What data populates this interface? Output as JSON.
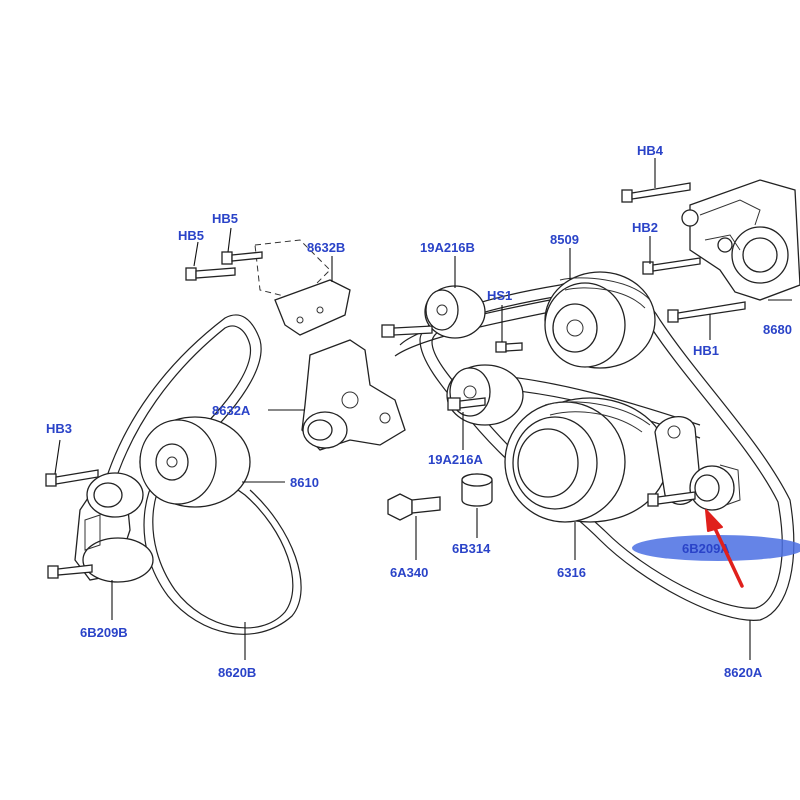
{
  "labels": {
    "hb4": "HB4",
    "hb2": "HB2",
    "hb1": "HB1",
    "p8680": "8680",
    "p8509": "8509",
    "p19a216b": "19A216B",
    "hs1": "HS1",
    "hb5a": "HB5",
    "hb5b": "HB5",
    "p8632b": "8632B",
    "p8632a": "8632A",
    "p19a216a": "19A216A",
    "hb3": "HB3",
    "p8610": "8610",
    "p6a340": "6A340",
    "p6b314": "6B314",
    "p6316": "6316",
    "p6b209a": "6B209A",
    "p6b209b": "6B209B",
    "p8620b": "8620B",
    "p8620a": "8620A"
  },
  "colors": {
    "label": "#2a43c8",
    "highlight": "#4a6fe3",
    "arrow": "#e0201c",
    "line": "#222222"
  },
  "icons": {
    "callout_arrow": "red-arrow-icon"
  }
}
